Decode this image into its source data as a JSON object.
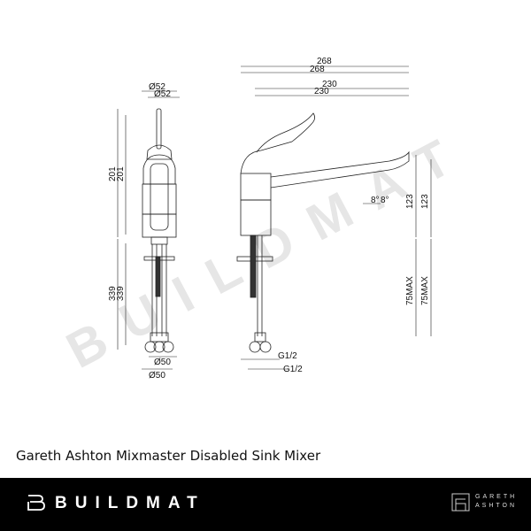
{
  "watermark": "BUILDMAT",
  "product_title": "Gareth Ashton Mixmaster Disabled Sink Mixer",
  "dimensions": {
    "body_diameter": "Ø52",
    "base_diameter": "Ø50",
    "height_above": "201",
    "height_below": "339",
    "total_reach": "268",
    "spout_reach": "230",
    "spout_angle": "8°",
    "spout_height": "123",
    "max_bench": "75MAX",
    "thread": "G1/2"
  },
  "footer": {
    "brand": "BUILDMAT",
    "partner_line1": "GARETH",
    "partner_line2": "ASHTON",
    "background": "#000000"
  }
}
